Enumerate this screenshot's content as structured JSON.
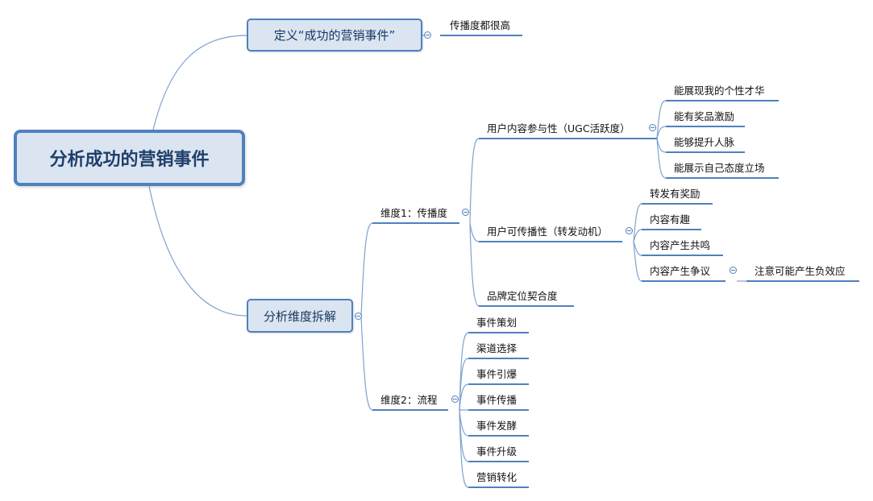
{
  "mindmap": {
    "root": "分析成功的营销事件",
    "definition": {
      "label": "定义“成功的营销事件”",
      "child": "传播度都很高"
    },
    "breakdown": {
      "label": "分析维度拆解",
      "dim1": {
        "label": "维度1：传播度",
        "ugc": {
          "label": "用户内容参与性（UGC活跃度）",
          "items": [
            "能展现我的个性才华",
            "能有奖品激励",
            "能够提升人脉",
            "能展示自己态度立场"
          ]
        },
        "share": {
          "label": "用户可传播性（转发动机）",
          "items": [
            "转发有奖励",
            "内容有趣",
            "内容产生共鸣",
            "内容产生争议"
          ],
          "controversy_note": "注意可能产生负效应"
        },
        "brand": "品牌定位契合度"
      },
      "dim2": {
        "label": "维度2：流程",
        "items": [
          "事件策划",
          "渠道选择",
          "事件引爆",
          "事件传播",
          "事件发酵",
          "事件升级",
          "营销转化"
        ]
      }
    }
  }
}
